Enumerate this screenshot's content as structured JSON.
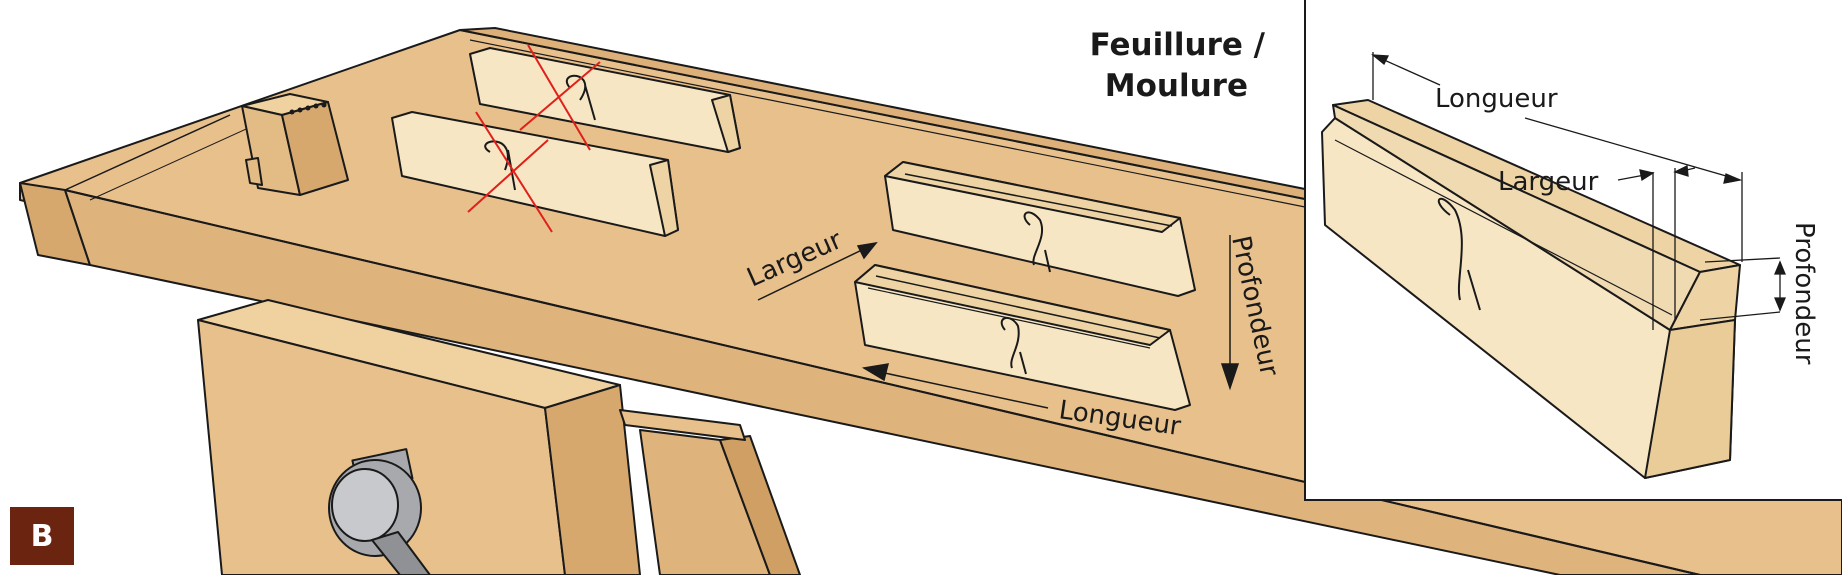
{
  "figure": {
    "badge": "B",
    "title_line1": "Feuillure /",
    "title_line2": "Moulure"
  },
  "bench_labels": {
    "width": "Largeur",
    "depth": "Profondeur",
    "length": "Longueur"
  },
  "inset_labels": {
    "length": "Longueur",
    "width": "Largeur",
    "depth": "Profondeur"
  },
  "colors": {
    "bench_wood": "#e8c08c",
    "bench_dark": "#d6a86e",
    "board_light": "#f7e6c4",
    "board_shade": "#eed4a4",
    "outline": "#1a1a1a",
    "cross_red": "#e0201a",
    "badge_bg": "#6b2410",
    "vise_metal": "#a7a9ac"
  }
}
